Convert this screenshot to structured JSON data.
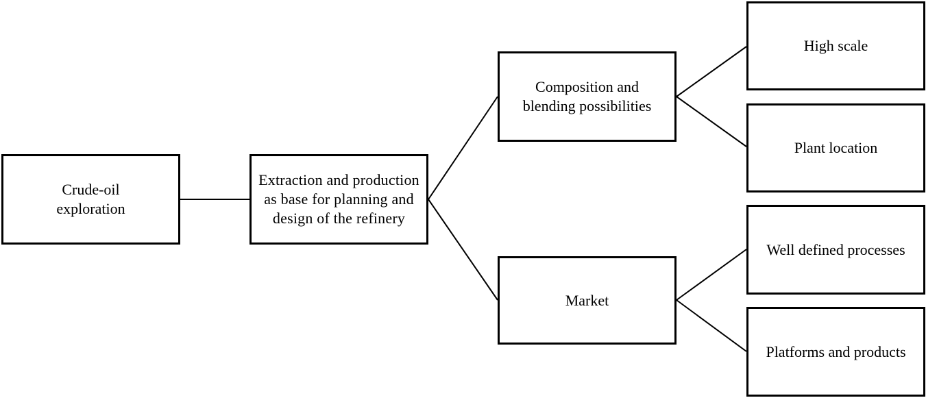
{
  "nodes": {
    "crude_oil": "Crude-oil exploration",
    "extraction": "Extraction and production as base for planning and design of the refinery",
    "composition": "Composition and blending possibilities",
    "market": "Market",
    "high_scale": "High scale",
    "plant_location": "Plant location",
    "well_defined": "Well defined processes",
    "platforms": "Platforms and products"
  },
  "edges": [
    [
      "crude_oil",
      "extraction"
    ],
    [
      "extraction",
      "composition"
    ],
    [
      "extraction",
      "market"
    ],
    [
      "composition",
      "high_scale"
    ],
    [
      "composition",
      "plant_location"
    ],
    [
      "market",
      "well_defined"
    ],
    [
      "market",
      "platforms"
    ]
  ]
}
